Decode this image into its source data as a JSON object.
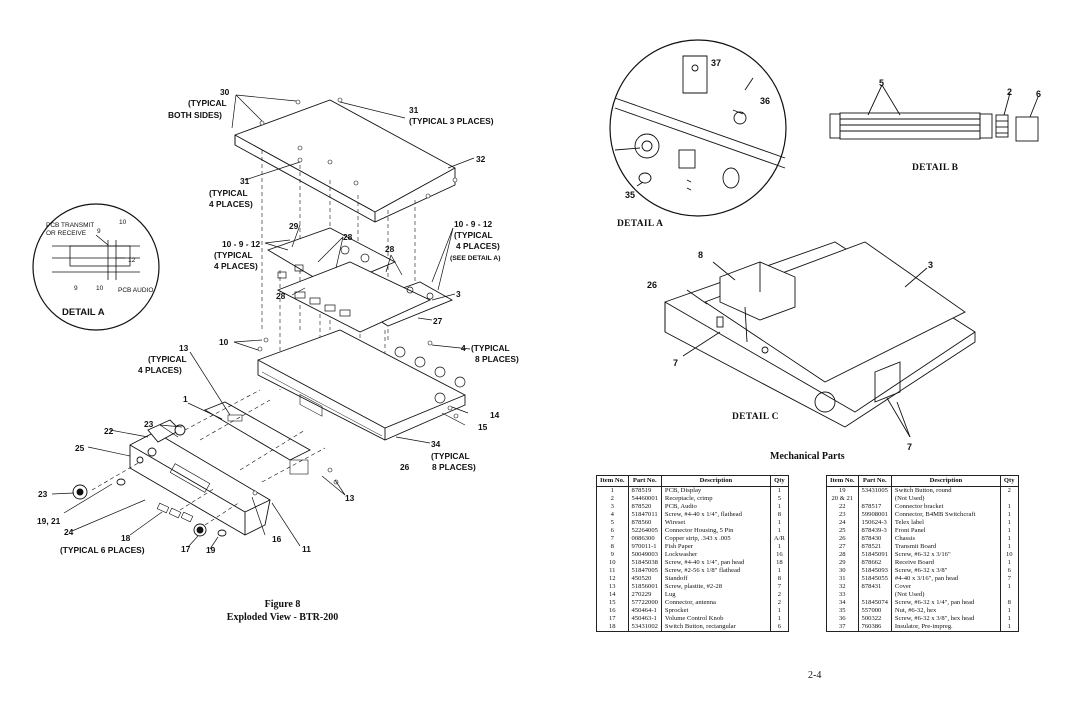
{
  "figure": {
    "number": "Figure 8",
    "title": "Exploded View - BTR-200"
  },
  "callouts_main": {
    "c30": "30",
    "typ_both_sides": "(TYPICAL\nBOTH SIDES)",
    "c31a": "31",
    "typ3": "(TYPICAL 3 PLACES)",
    "c32": "32",
    "c31b": "31",
    "typ4a": "(TYPICAL\n4 PLACES)",
    "c29": "29",
    "c28a": "28",
    "c1012a": "10 - 9 - 12",
    "typ4b": "(TYPICAL\n4 PLACES)",
    "c28b": "28",
    "c1012b": "10 - 9 - 12",
    "typ4c": "(TYPICAL\n4 PLACES)",
    "see_detail": "(SEE DETAIL A)",
    "c28c": "28",
    "c3": "3",
    "c27": "27",
    "c10": "10",
    "c4": "4",
    "typ8a": "(TYPICAL\n8 PLACES)",
    "c13a": "13",
    "typ4d": "(TYPICAL\n4 PLACES)",
    "c1": "1",
    "c14": "14",
    "c15": "15",
    "c23a": "23",
    "c22": "22",
    "c25": "25",
    "c34": "34",
    "typ8b": "(TYPICAL\n8 PLACES)",
    "c26": "26",
    "c13b": "13",
    "c23b": "23",
    "c1921": "19, 21",
    "c24": "24",
    "c18": "18",
    "typ6": "(TYPICAL 6 PLACES)",
    "c17": "17",
    "c19": "19",
    "c16": "16",
    "c11": "11"
  },
  "detail_a_circle": {
    "pcb_transmit": "PCB TRANSMIT",
    "or_receive": "OR RECEIVE",
    "n10a": "10",
    "n9a": "9",
    "n12": "12",
    "n9b": "9",
    "n10b": "10",
    "pcb_audio": "PCB AUDIO",
    "title": "DETAIL  A"
  },
  "detail_a_right": {
    "n37": "37",
    "n36": "36",
    "n35": "35",
    "title": "DETAIL A"
  },
  "detail_b": {
    "n5": "5",
    "n2": "2",
    "n6": "6",
    "title": "DETAIL B"
  },
  "detail_c": {
    "n8": "8",
    "n3": "3",
    "n26": "26",
    "n7a": "7",
    "n7b": "7",
    "title": "DETAIL C"
  },
  "mechanical_parts": {
    "title": "Mechanical Parts",
    "headers": [
      "Item No.",
      "Part No.",
      "Description",
      "Qty"
    ],
    "left_rows": [
      [
        "1",
        "878519",
        "PCB, Display",
        "1"
      ],
      [
        "2",
        "54460001",
        "Receptacle, crimp",
        "5"
      ],
      [
        "3",
        "878520",
        "PCB, Audio",
        "1"
      ],
      [
        "4",
        "51847011",
        "Screw, #4-40 x 1/4\", flathead",
        "8"
      ],
      [
        "5",
        "878560",
        "Wireset",
        "1"
      ],
      [
        "6",
        "52264005",
        "Connector Housing, 5 Pin",
        "1"
      ],
      [
        "7",
        "0086300",
        "Copper strip, .343 x .005",
        "A/R"
      ],
      [
        "8",
        "970011-1",
        "Fish Paper",
        "1"
      ],
      [
        "9",
        "50049003",
        "Lockwasher",
        "16"
      ],
      [
        "10",
        "51845038",
        "Screw, #4-40 x 1/4\", pan head",
        "18"
      ],
      [
        "11",
        "51847005",
        "Screw, #2-56 x 1/8\" flathead",
        "1"
      ],
      [
        "12",
        "450520",
        "Standoff",
        "8"
      ],
      [
        "13",
        "51856001",
        "Screw, plastite, #2-28",
        "7"
      ],
      [
        "14",
        "270229",
        "Lug",
        "2"
      ],
      [
        "15",
        "57722000",
        "Connector, antenna",
        "2"
      ],
      [
        "16",
        "450464-1",
        "Sprocket",
        "1"
      ],
      [
        "17",
        "450463-1",
        "Volume Control Knob",
        "1"
      ],
      [
        "18",
        "53431002",
        "Switch Button, rectangular",
        "6"
      ]
    ],
    "right_rows": [
      [
        "19",
        "53431005",
        "Switch Button, round",
        "2"
      ],
      [
        "20 & 21",
        "",
        "(Not Used)",
        ""
      ],
      [
        "22",
        "878517",
        "Connector bracket",
        "1"
      ],
      [
        "23",
        "59908001",
        "Connector, B4MB Switchcraft",
        "1"
      ],
      [
        "24",
        "150624-3",
        "Telex label",
        "1"
      ],
      [
        "25",
        "878439-3",
        "Front Panel",
        "1"
      ],
      [
        "26",
        "878430",
        "Chassis",
        "1"
      ],
      [
        "27",
        "878521",
        "Transmit Board",
        "1"
      ],
      [
        "28",
        "51845091",
        "Screw, #6-32 x 3/16\"",
        "10"
      ],
      [
        "29",
        "878662",
        "Receive Board",
        "1"
      ],
      [
        "30",
        "51845093",
        "Screw, #6-32 x 3/8\"",
        "6"
      ],
      [
        "31",
        "51845055",
        "#4-40 x 3/16\", pan head",
        "7"
      ],
      [
        "32",
        "878431",
        "Cover",
        "1"
      ],
      [
        "33",
        "",
        "(Not Used)",
        ""
      ],
      [
        "34",
        "51845074",
        "Screw, #6-32 x 1/4\", pan head",
        "8"
      ],
      [
        "35",
        "557000",
        "Nut, #6-32, hex",
        "1"
      ],
      [
        "36",
        "500322",
        "Screw, #6-32 x 3/8\", hex head",
        "1"
      ],
      [
        "37",
        "760386",
        "Insulator, Pre-impreg.",
        "1"
      ]
    ]
  },
  "page_number": "2-4"
}
